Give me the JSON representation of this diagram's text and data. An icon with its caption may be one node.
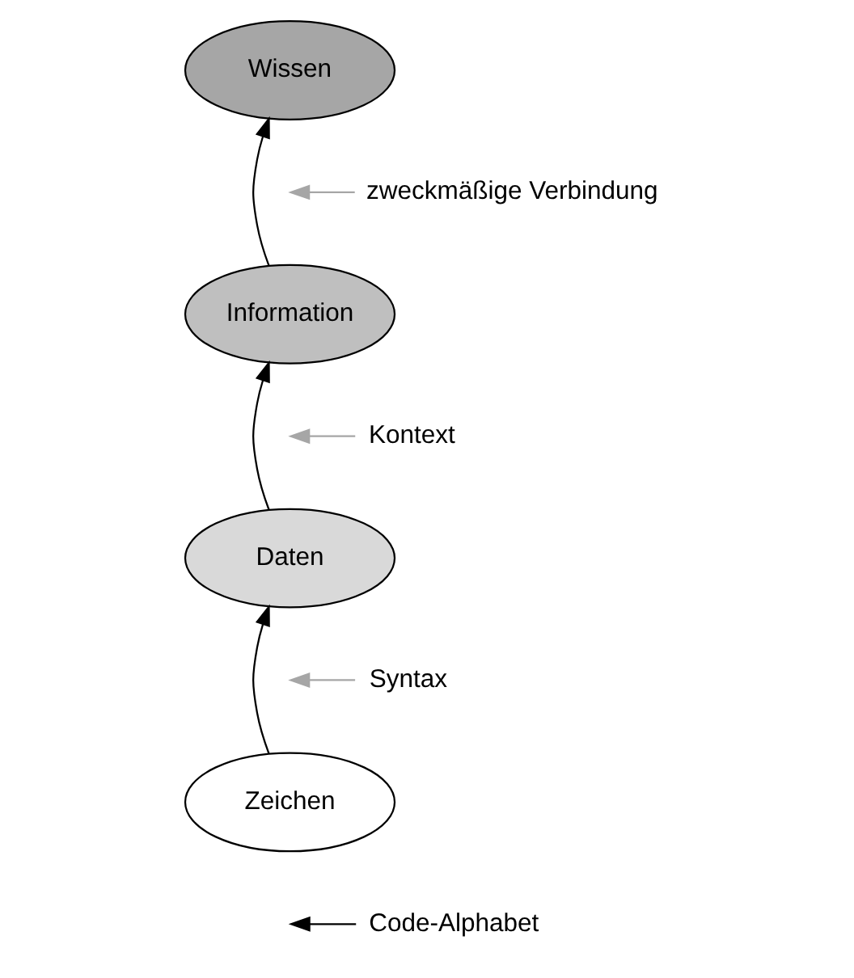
{
  "diagram": {
    "nodes": [
      {
        "text": [
          "Wissen"
        ]
      },
      {
        "text": [
          "zweckmäßige Verbindung"
        ]
      },
      {
        "text": [
          "Information"
        ]
      },
      {
        "text": [
          "Kontext"
        ]
      },
      {
        "text": [
          "Daten"
        ]
      },
      {
        "text": [
          "Syntax"
        ]
      },
      {
        "text": [
          "Zeichen"
        ]
      },
      {
        "text": [
          "Code-Alphabet"
        ]
      }
    ],
    "edges": [
      {
        "from": 6,
        "to": 4,
        "arrow": "to"
      },
      {
        "from": 4,
        "to": 2,
        "arrow": "to"
      },
      {
        "from": 2,
        "to": 0,
        "arrow": "to"
      },
      {
        "from": 1,
        "to": null,
        "arrow": "to",
        "color": "#a6a6a6"
      },
      {
        "from": 3,
        "to": null,
        "arrow": "to",
        "color": "#a6a6a6"
      },
      {
        "from": 5,
        "to": null,
        "arrow": "to",
        "color": "#a6a6a6"
      },
      {
        "from": 7,
        "to": null,
        "arrow": "to"
      }
    ]
  }
}
